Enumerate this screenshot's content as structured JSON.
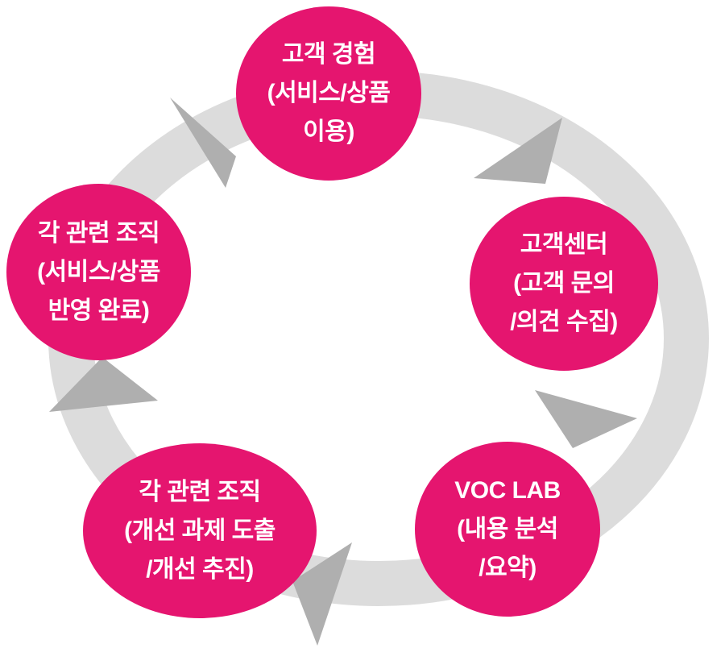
{
  "diagram": {
    "type": "cycle",
    "direction": "clockwise",
    "colors": {
      "node_fill": "#e5156f",
      "node_text": "#ffffff",
      "ring": "#dcdcdc",
      "arrow": "#afafaf",
      "background": "#ffffff"
    },
    "nodes": [
      {
        "id": "customer-experience",
        "lines": [
          "고객 경험",
          "(서비스/상품",
          "이용)"
        ]
      },
      {
        "id": "customer-center",
        "lines": [
          "고객센터",
          "(고객 문의",
          "/의견 수집)"
        ]
      },
      {
        "id": "voc-lab",
        "lines": [
          "VOC LAB",
          "(내용 분석",
          "/요약)"
        ]
      },
      {
        "id": "related-orgs-improvement",
        "lines": [
          "각 관련 조직",
          "(개선 과제 도출",
          "/개선 추진)"
        ]
      },
      {
        "id": "related-orgs-reflection",
        "lines": [
          "각 관련 조직",
          "(서비스/상품",
          "반영 완료)"
        ]
      }
    ]
  }
}
